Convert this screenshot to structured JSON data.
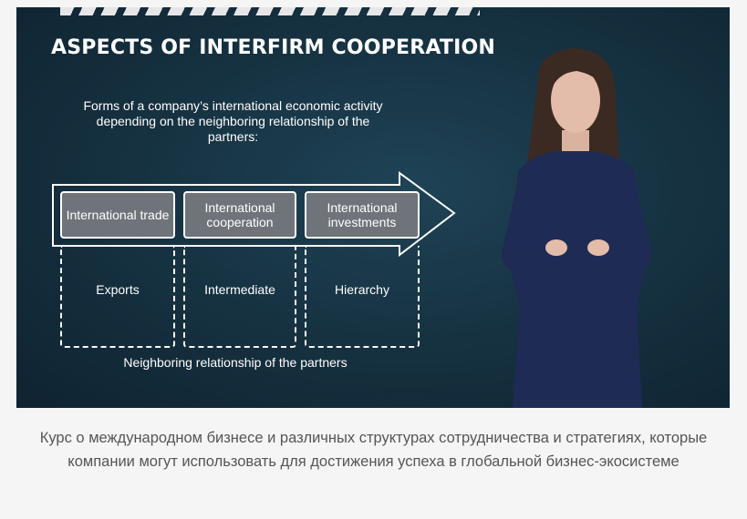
{
  "slide": {
    "title": "ASPECTS OF INTERFIRM COOPERATION",
    "subtitle": "Forms of a company’s international economic activity depending on the neighboring relationship of the partners:",
    "forms": [
      {
        "label": "International trade",
        "relationship": "Exports"
      },
      {
        "label": "International cooperation",
        "relationship": "Intermediate"
      },
      {
        "label": "International investments",
        "relationship": "Hierarchy"
      }
    ],
    "bottom_label": "Neighboring relationship of the partners"
  },
  "caption": "Курс о международном бизнесе и различных структурах сотрудничества и стратегиях, которые компании могут использовать для достижения успеха в глобальной бизнес-экосистеме",
  "colors": {
    "slide_bg": "#15303f",
    "box_fill": "#6e7479",
    "caption_text": "#555555",
    "page_bg": "#f5f5f5"
  }
}
